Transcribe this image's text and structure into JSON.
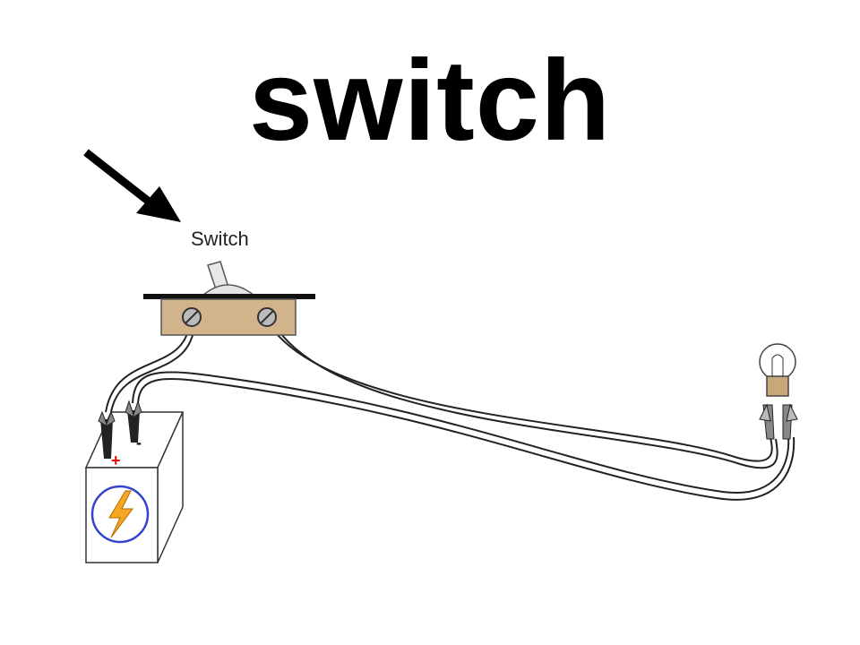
{
  "title": "switch",
  "diagram": {
    "switch_label": "Switch",
    "battery_positive": "+",
    "battery_negative": "-",
    "components": [
      "toggle-switch",
      "battery",
      "light-bulb"
    ],
    "icons": {
      "pointer": "arrow-icon",
      "battery_symbol": "lightning-bolt-icon"
    },
    "colors": {
      "switch_body": "#d2b48c",
      "battery_ring": "#3344cc",
      "bolt": "#f5a623",
      "positive_mark": "#e00000",
      "bulb_base": "#c8a878"
    }
  }
}
